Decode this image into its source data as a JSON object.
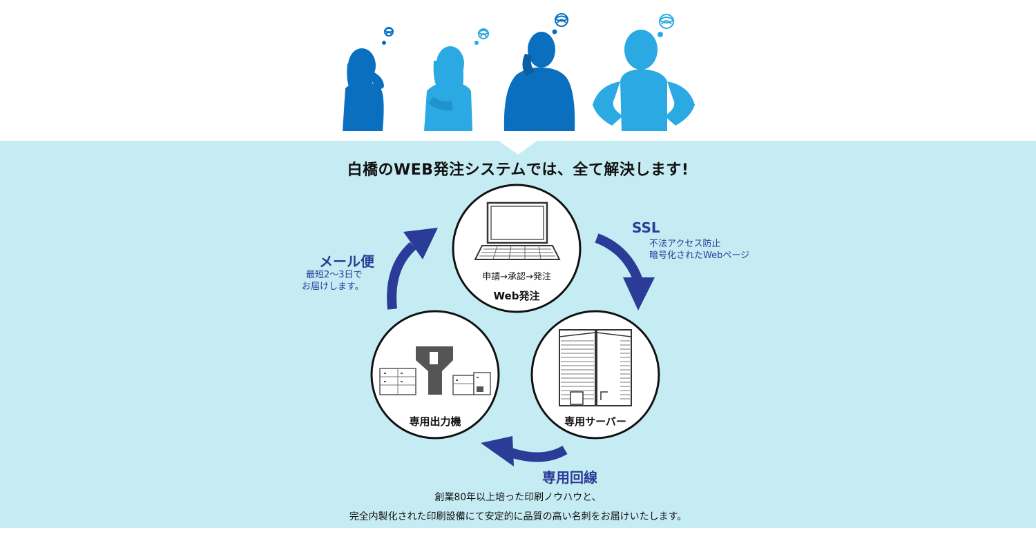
{
  "headline": "白橋のWEB発注システムでは、全て解決します!",
  "nodes": {
    "web": {
      "label": "Web発注",
      "flow": "申請→承認→発注"
    },
    "server": {
      "label": "専用サーバー"
    },
    "printer": {
      "label": "専用出力機"
    }
  },
  "routes": {
    "ssl": {
      "title": "SSL",
      "note_line1": "不法アクセス防止",
      "note_line2": "暗号化されたWebページ"
    },
    "mail": {
      "title": "メール便",
      "note_line1": "最短2〜3日で",
      "note_line2": "お届けします。"
    },
    "line": {
      "title": "専用回線"
    }
  },
  "footer": {
    "line1": "創業80年以上培った印刷ノウハウと、",
    "line2": "完全内製化された印刷設備にて安定的に品質の高い名刺をお届けいたします。"
  },
  "colors": {
    "panel": "#c5ecf3",
    "arrow": "#2a3b98",
    "figure_dark": "#0a6fbe",
    "figure_light": "#2aa9e2"
  }
}
